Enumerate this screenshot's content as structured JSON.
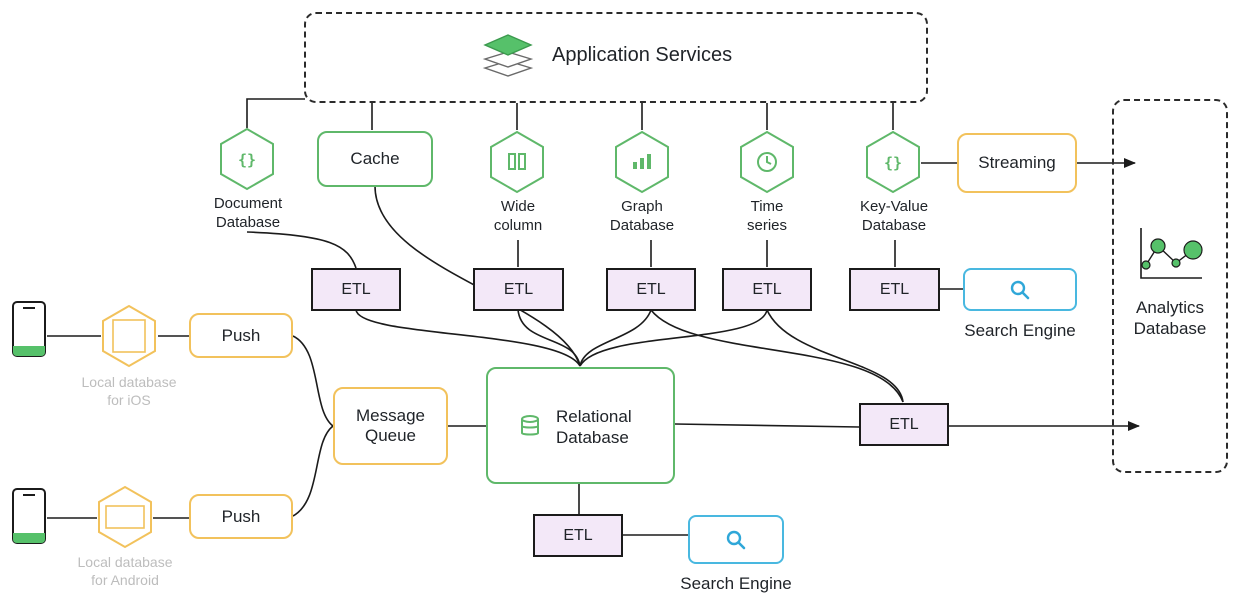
{
  "application_services": {
    "label": "Application Services",
    "icon": "layers-icon"
  },
  "stores": [
    {
      "id": "document-database",
      "label": "Document\nDatabase",
      "icon": "braces-icon"
    },
    {
      "id": "wide-column",
      "label": "Wide\ncolumn",
      "icon": "columns-icon"
    },
    {
      "id": "graph-database",
      "label": "Graph\nDatabase",
      "icon": "bar-chart-icon"
    },
    {
      "id": "time-series",
      "label": "Time\nseries",
      "icon": "clock-icon"
    },
    {
      "id": "key-value-database",
      "label": "Key-Value\nDatabase",
      "icon": "braces-icon"
    }
  ],
  "cache": {
    "label": "Cache"
  },
  "streaming": {
    "label": "Streaming"
  },
  "etl_label": "ETL",
  "search_engine": {
    "label": "Search Engine",
    "icon": "search-icon"
  },
  "relational_database": {
    "label": "Relational\nDatabase",
    "icon": "database-icon"
  },
  "message_queue": {
    "label": "Message\nQueue"
  },
  "push": {
    "label": "Push"
  },
  "local_ios": {
    "label": "Local database\nfor iOS"
  },
  "local_android": {
    "label": "Local database\nfor Android"
  },
  "analytics": {
    "label": "Analytics\nDatabase",
    "icon": "line-chart-icon"
  },
  "colors": {
    "green": "#5fb86a",
    "yellow": "#f2c25c",
    "blue": "#49b8e0",
    "etl_fill": "#f3e8f8",
    "grey_text": "#bdbdbd"
  }
}
